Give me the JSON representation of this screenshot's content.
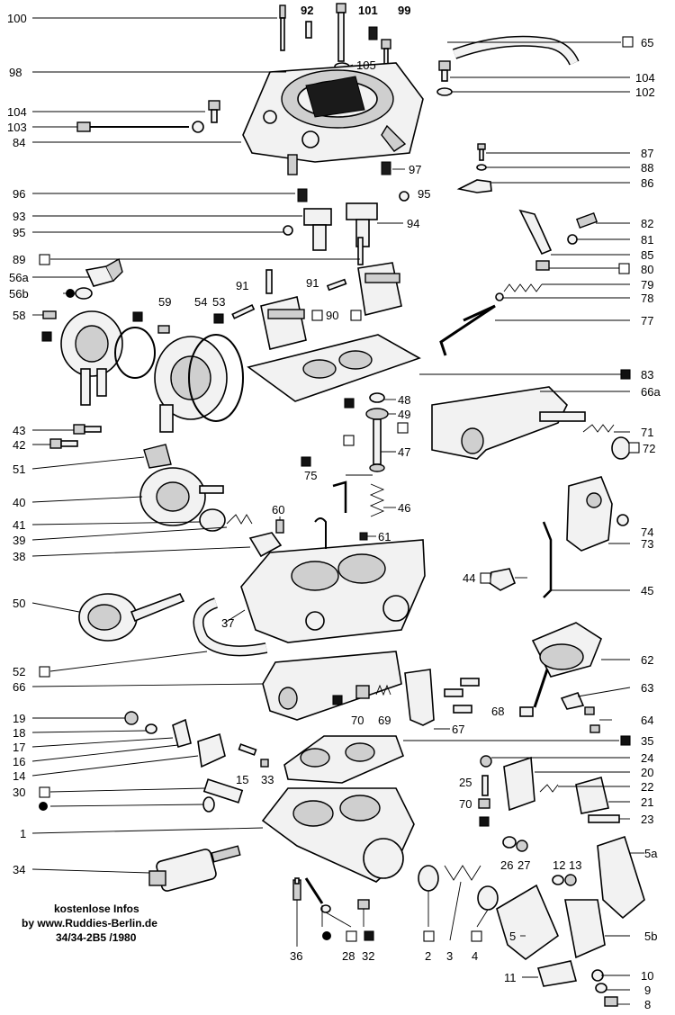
{
  "footer": {
    "line1": "kostenlose Infos",
    "line2": "by www.Ruddies-Berlin.de",
    "line3": "34/34-2B5   /1980"
  },
  "callouts": {
    "c100": "100",
    "c92": "92",
    "c101": "101",
    "c99": "99",
    "c65": "65",
    "c98": "98",
    "c105": "105",
    "c104a": "104",
    "c102": "102",
    "c104b": "104",
    "c103": "103",
    "c84": "84",
    "c97": "97",
    "c87": "87",
    "c88": "88",
    "c86": "86",
    "c96": "96",
    "c95a": "95",
    "c93": "93",
    "c94": "94",
    "c82": "82",
    "c95b": "95",
    "c81": "81",
    "c89": "89",
    "c85": "85",
    "c80": "80",
    "c56a": "56a",
    "c91a": "91",
    "c91b": "91",
    "c79": "79",
    "c56b": "56b",
    "c78": "78",
    "c54": "54",
    "c53": "53",
    "c59": "59",
    "c90": "90",
    "c58": "58",
    "c77": "77",
    "c83": "83",
    "c66a": "66a",
    "c48": "48",
    "c49": "49",
    "c43": "43",
    "c71": "71",
    "c42": "42",
    "c72": "72",
    "c47": "47",
    "c51": "51",
    "c75": "75",
    "c40": "40",
    "c46": "46",
    "c60": "60",
    "c74": "74",
    "c41": "41",
    "c39": "39",
    "c61": "61",
    "c73": "73",
    "c38": "38",
    "c44": "44",
    "c50": "50",
    "c45": "45",
    "c37": "37",
    "c62": "62",
    "c52": "52",
    "c66": "66",
    "c63": "63",
    "c70a": "70",
    "c69": "69",
    "c68": "68",
    "c19": "19",
    "c64": "64",
    "c18": "18",
    "c67": "67",
    "c17": "17",
    "c35": "35",
    "c16": "16",
    "c24": "24",
    "c14": "14",
    "c15": "15",
    "c33": "33",
    "c20": "20",
    "c25": "25",
    "c22": "22",
    "c30": "30",
    "c70b": "70",
    "c21": "21",
    "c23": "23",
    "c1": "1",
    "c5a": "5a",
    "c12": "12",
    "c13": "13",
    "c34": "34",
    "c26": "26",
    "c27": "27",
    "c5": "5",
    "c5b": "5b",
    "c10": "10",
    "c11": "11",
    "c9": "9",
    "c8": "8",
    "c36": "36",
    "c28": "28",
    "c32": "32",
    "c2": "2",
    "c3": "3",
    "c4": "4"
  }
}
